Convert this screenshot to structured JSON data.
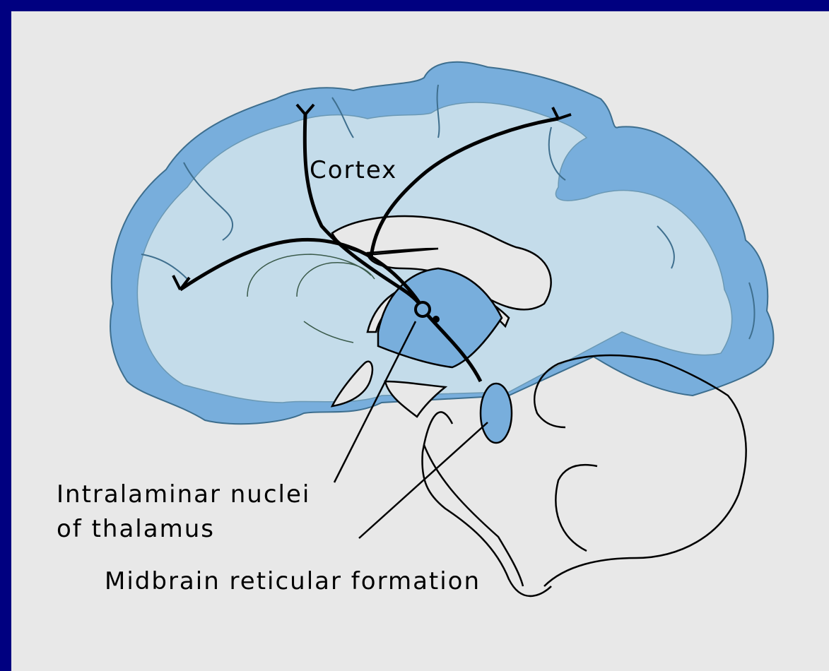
{
  "labels": {
    "cortex": "Cortex",
    "intralaminar_line1": "Intralaminar nuclei",
    "intralaminar_line2": "of thalamus",
    "midbrain": "Midbrain reticular formation"
  },
  "colors": {
    "frame": "#000080",
    "background": "#e8e8e8",
    "cortex_gray_matter": "#78aedc",
    "white_matter": "#c4dcea",
    "outline": "#000000"
  }
}
